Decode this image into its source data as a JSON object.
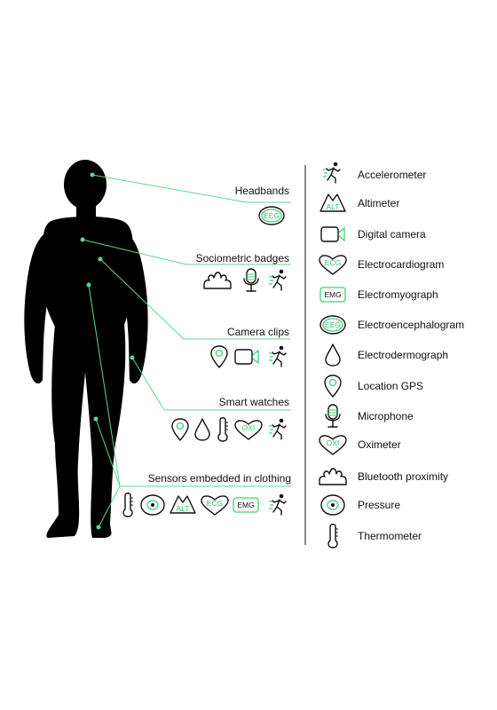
{
  "colors": {
    "accent": "#3ed27a",
    "silhouette": "#000000",
    "text": "#111111"
  },
  "devices": {
    "headbands": "Headbands",
    "badges": "Sociometric badges",
    "camera_clips": "Camera clips",
    "smart_watches": "Smart watches",
    "clothing": "Sensors embedded in clothing"
  },
  "icon_labels": {
    "eeg": "EEG",
    "ecg": "ECG",
    "emg": "EMG",
    "alt": "ALT",
    "oxi": "OXI"
  },
  "legend": [
    {
      "icon": "accelerometer-icon",
      "label": "Accelerometer"
    },
    {
      "icon": "altimeter-icon",
      "label": "Altimeter"
    },
    {
      "icon": "digital-camera-icon",
      "label": "Digital camera"
    },
    {
      "icon": "ecg-icon",
      "label": "Electrocardiogram"
    },
    {
      "icon": "emg-icon",
      "label": "Electromyograph"
    },
    {
      "icon": "eeg-icon",
      "label": "Electroencephalogram"
    },
    {
      "icon": "electrodermograph-icon",
      "label": "Electrodermograph"
    },
    {
      "icon": "location-gps-icon",
      "label": "Location GPS"
    },
    {
      "icon": "microphone-icon",
      "label": "Microphone"
    },
    {
      "icon": "oximeter-icon",
      "label": "Oximeter"
    },
    {
      "icon": "bluetooth-proximity-icon",
      "label": "Bluetooth proximity"
    },
    {
      "icon": "pressure-icon",
      "label": "Pressure"
    },
    {
      "icon": "thermometer-icon",
      "label": "Thermometer"
    }
  ]
}
